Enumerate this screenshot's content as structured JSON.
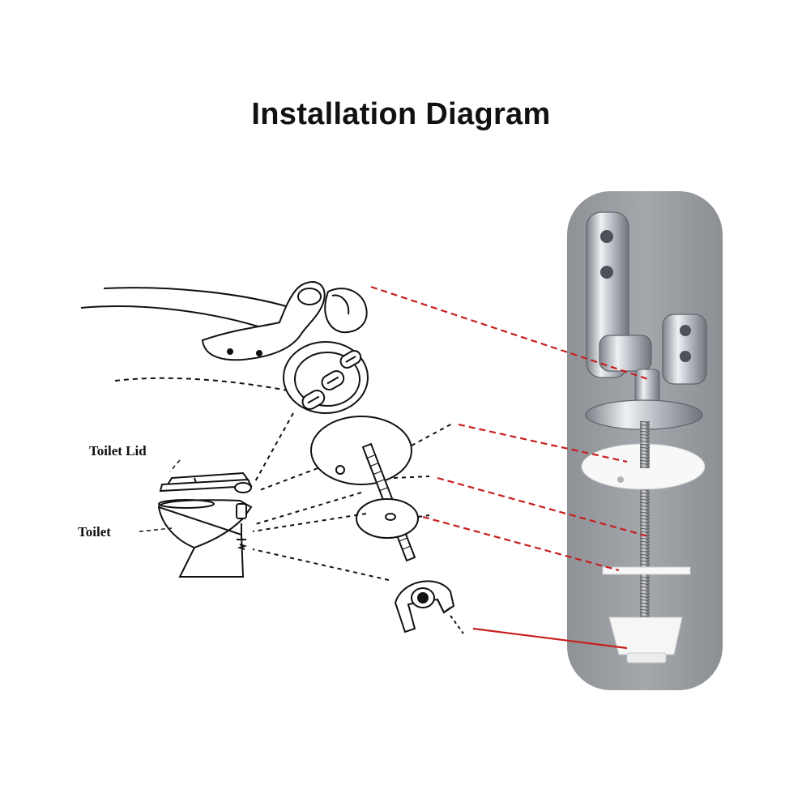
{
  "title": "Installation Diagram",
  "labels": {
    "toilet_lid": "Toilet Lid",
    "toilet": "Toilet"
  },
  "colors": {
    "line_art": "#111111",
    "leader_lines": "#c81e1e",
    "photo_panel": "#9a9ea2",
    "chrome": "#d7dbe0",
    "white_parts": "#f7f7f7"
  },
  "parts": [
    "hinge",
    "top-washer",
    "threaded-bolt",
    "small-washer",
    "expansion-nut"
  ]
}
